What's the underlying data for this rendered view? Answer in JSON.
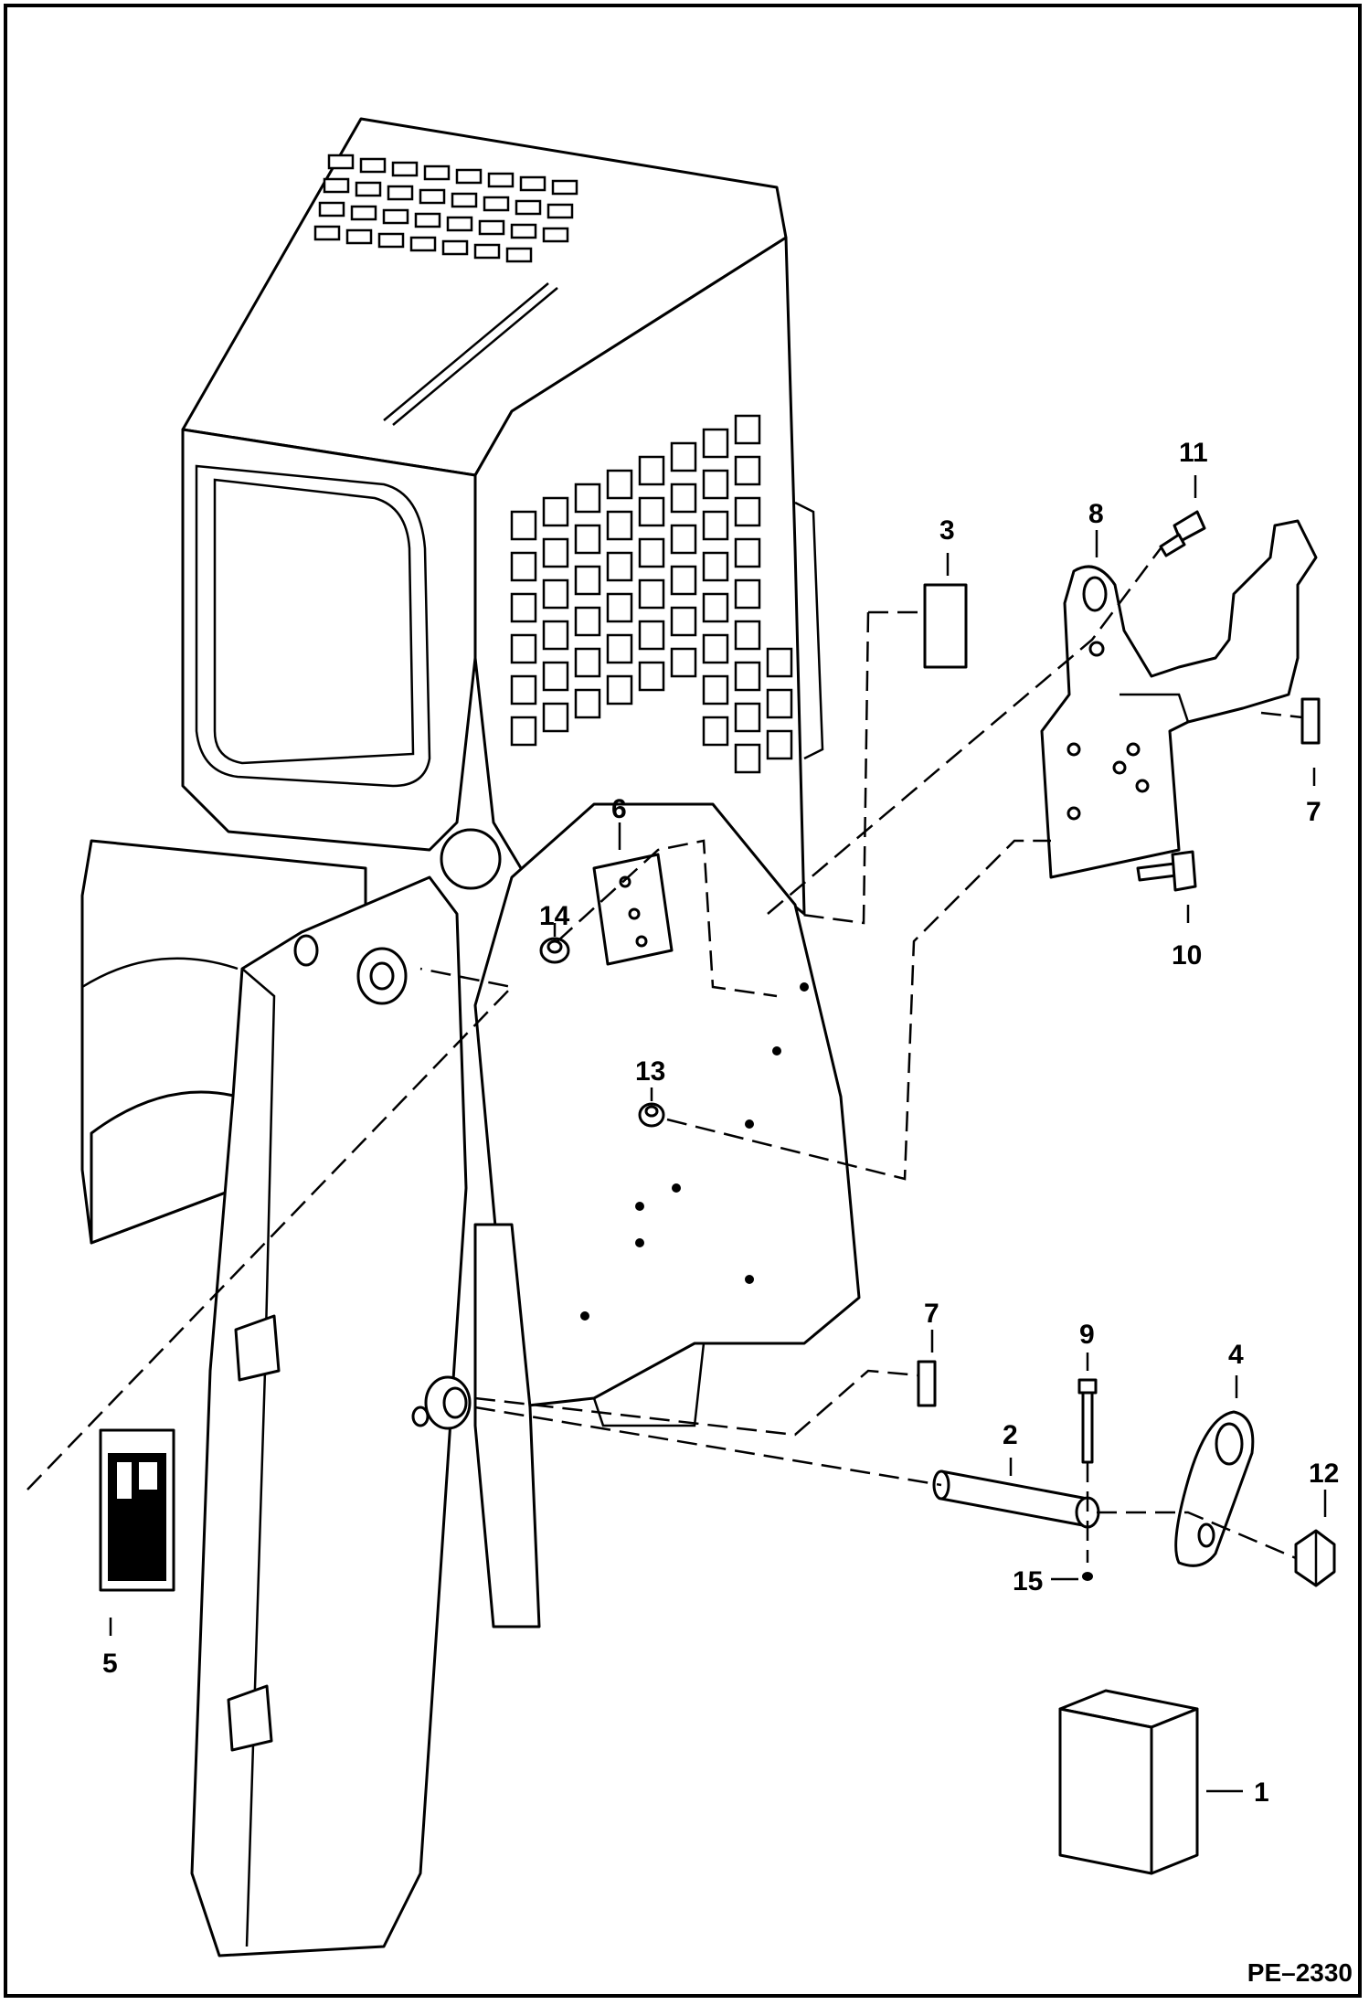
{
  "drawing": {
    "reference": "PE–2330",
    "callouts": [
      {
        "id": "c1",
        "label": "1"
      },
      {
        "id": "c2",
        "label": "2"
      },
      {
        "id": "c3",
        "label": "3"
      },
      {
        "id": "c4",
        "label": "4"
      },
      {
        "id": "c5",
        "label": "5"
      },
      {
        "id": "c6",
        "label": "6"
      },
      {
        "id": "c7a",
        "label": "7"
      },
      {
        "id": "c7b",
        "label": "7"
      },
      {
        "id": "c8",
        "label": "8"
      },
      {
        "id": "c9",
        "label": "9"
      },
      {
        "id": "c10",
        "label": "10"
      },
      {
        "id": "c11",
        "label": "11"
      },
      {
        "id": "c12",
        "label": "12"
      },
      {
        "id": "c13",
        "label": "13"
      },
      {
        "id": "c14",
        "label": "14"
      },
      {
        "id": "c15",
        "label": "15"
      }
    ]
  }
}
